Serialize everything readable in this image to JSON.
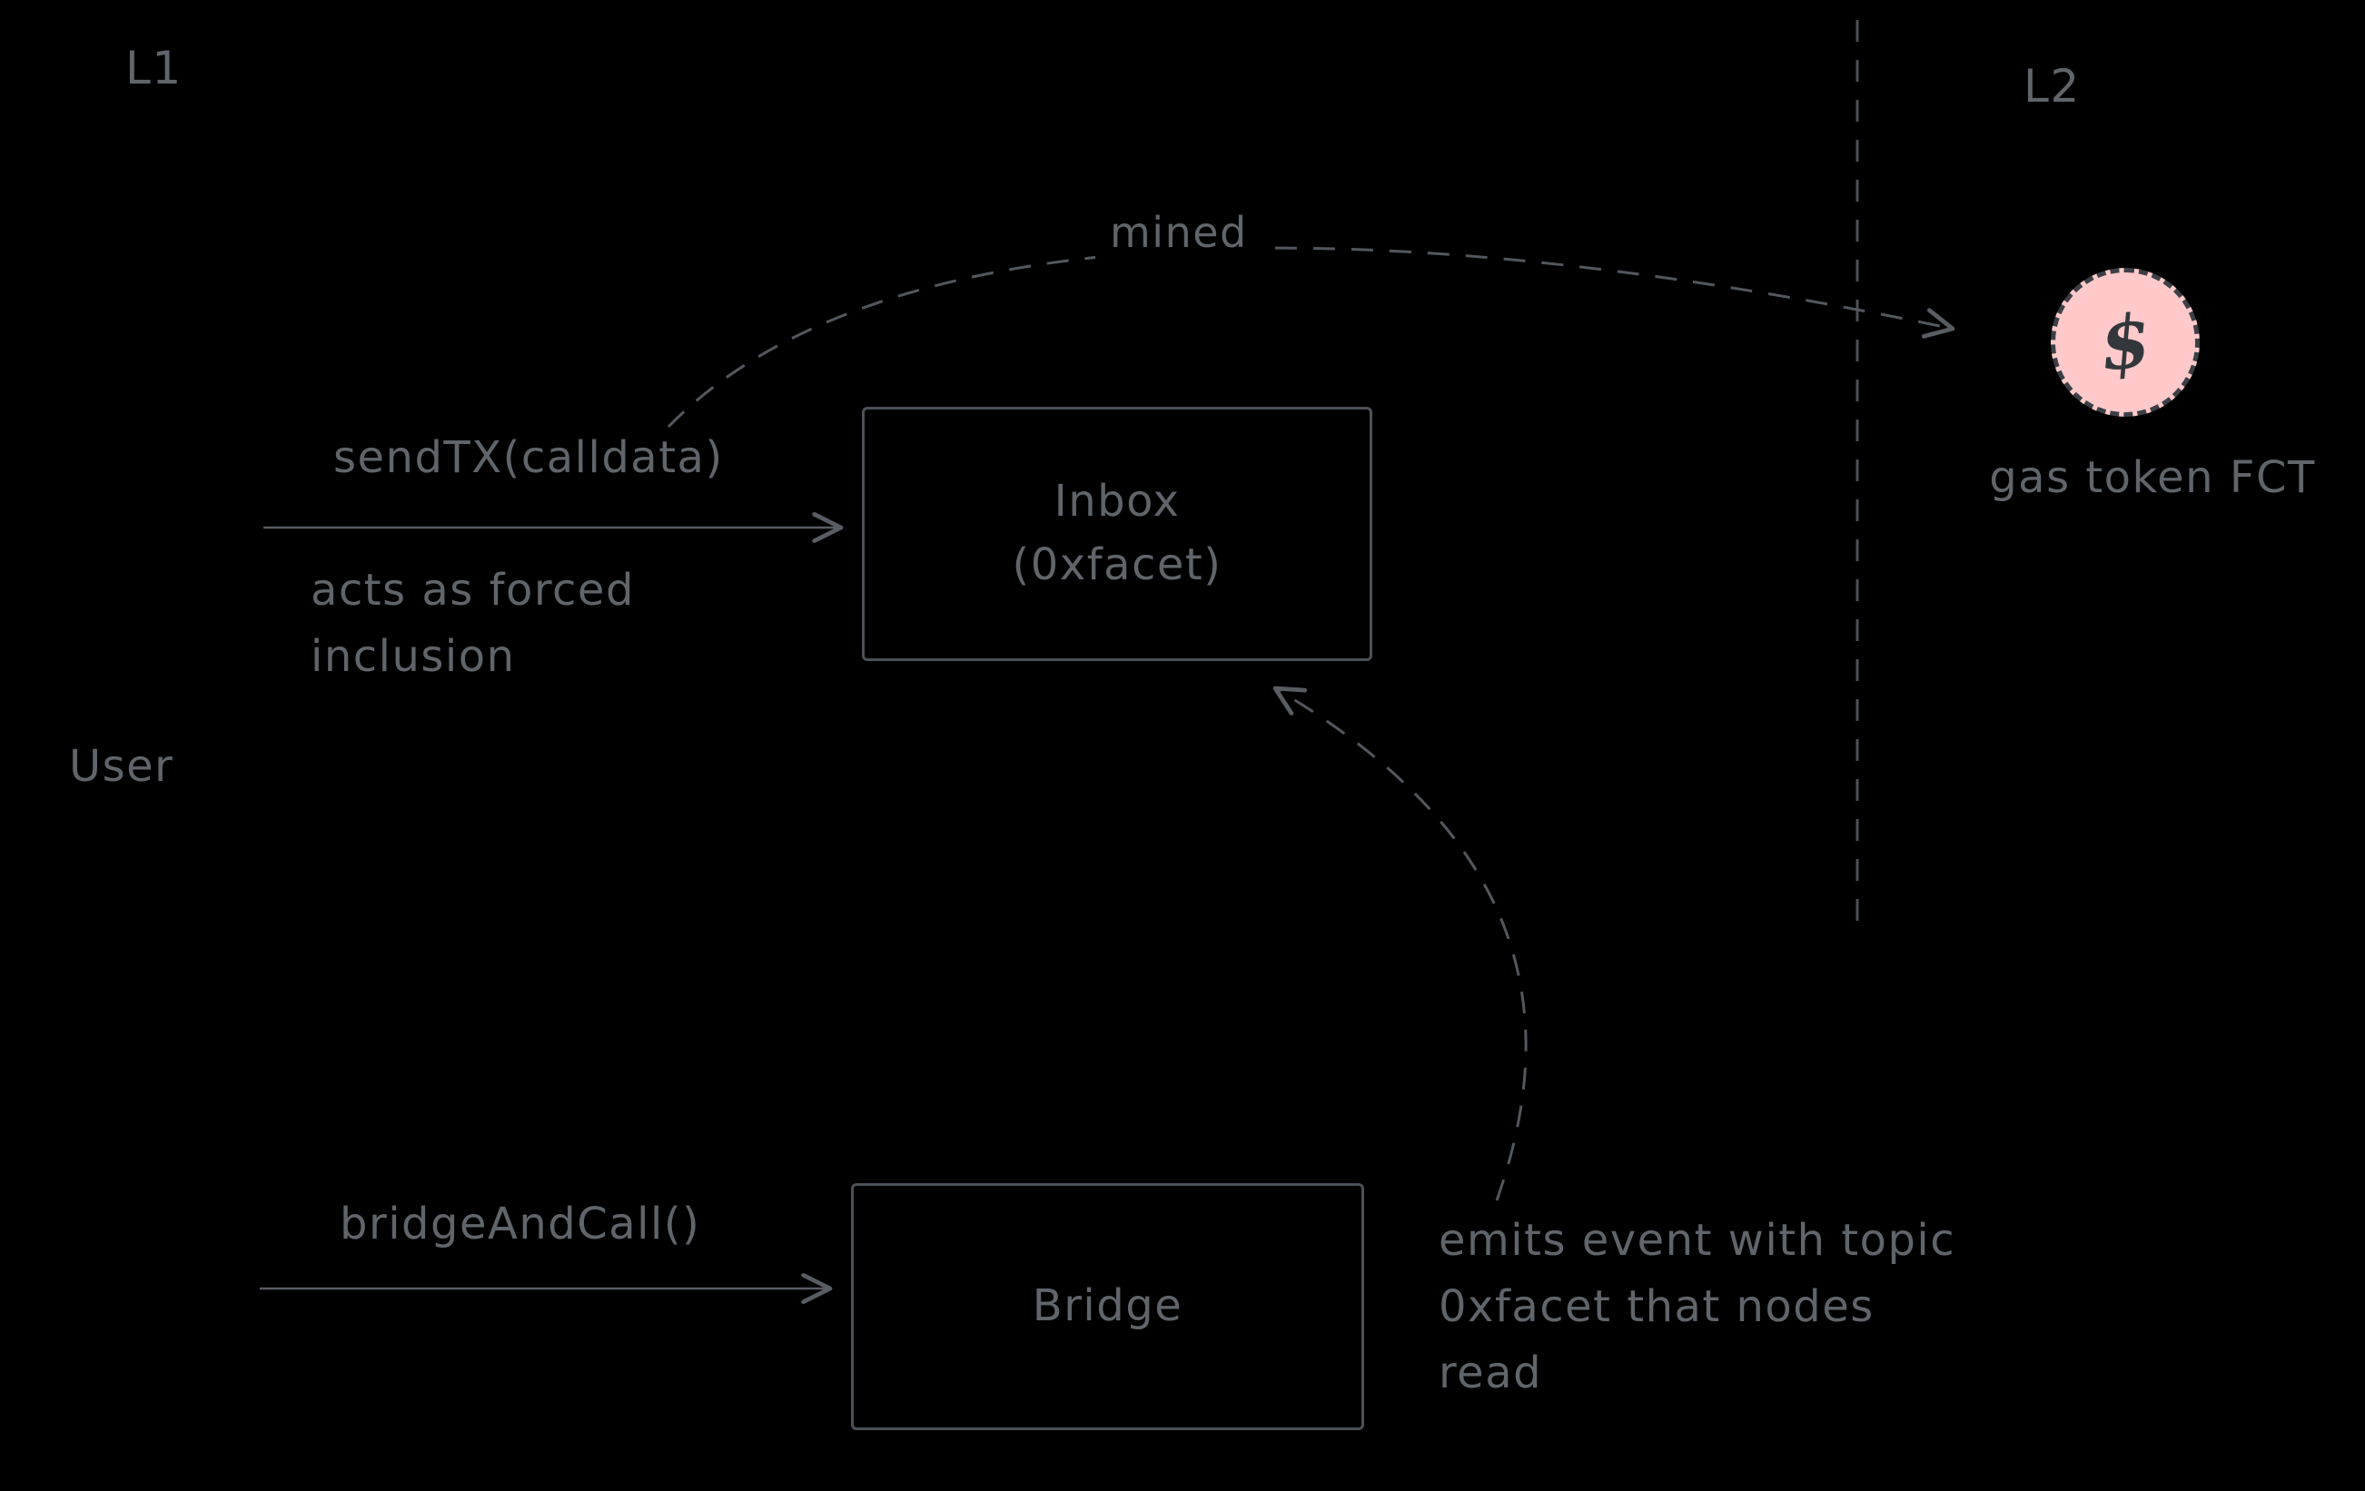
{
  "colors": {
    "background": "#000000",
    "ink": "#585d63",
    "box_stroke": "#4c5157",
    "accent_pink": "#ffc9c9",
    "dollar_ink": "#33373c"
  },
  "labels": {
    "l1": "L1",
    "l2": "L2",
    "user": "User",
    "mined": "mined",
    "send_tx": "sendTX(calldata)",
    "acts_as_line1": "acts as forced",
    "acts_as_line2": "inclusion",
    "inbox_line1": "Inbox",
    "inbox_line2": "(0xfacet)",
    "bridge": "Bridge",
    "bridge_and_call": "bridgeAndCall()",
    "gas_token": "gas token FCT",
    "dollar": "$",
    "emits_line1": "emits event with topic",
    "emits_line2": "0xfacet that nodes",
    "emits_line3": "read"
  }
}
